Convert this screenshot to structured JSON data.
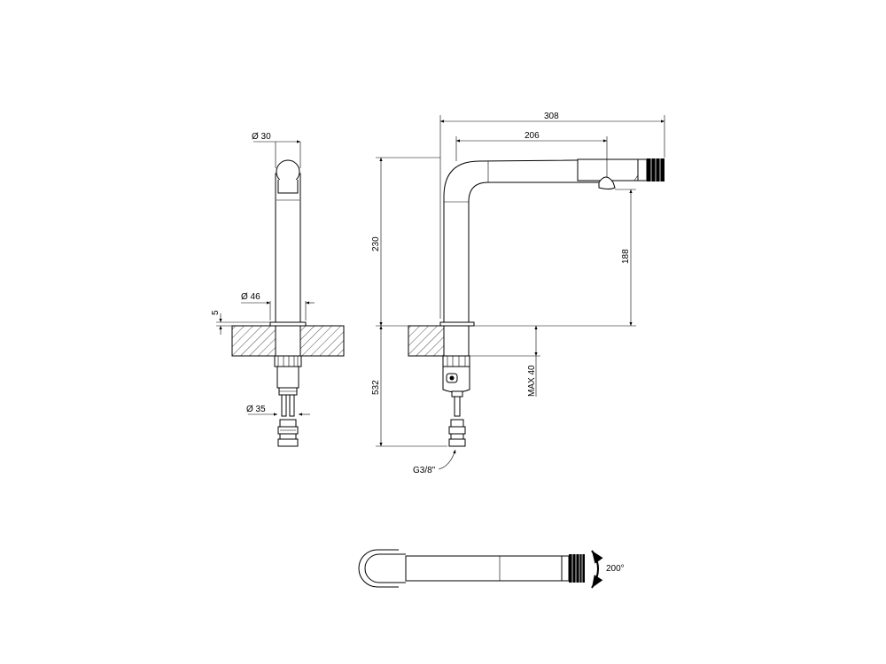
{
  "dimensions": {
    "pipe_diameter": "Ø 30",
    "base_diameter": "Ø 46",
    "base_height": "5",
    "shank_diameter": "Ø 35",
    "overall_length": "308",
    "spout_length": "206",
    "overall_height": "230",
    "spout_height": "188",
    "below_counter": "532",
    "max_thickness": "MAX 40",
    "connection_thread": "G3/8\"",
    "swivel_angle": "200°"
  }
}
